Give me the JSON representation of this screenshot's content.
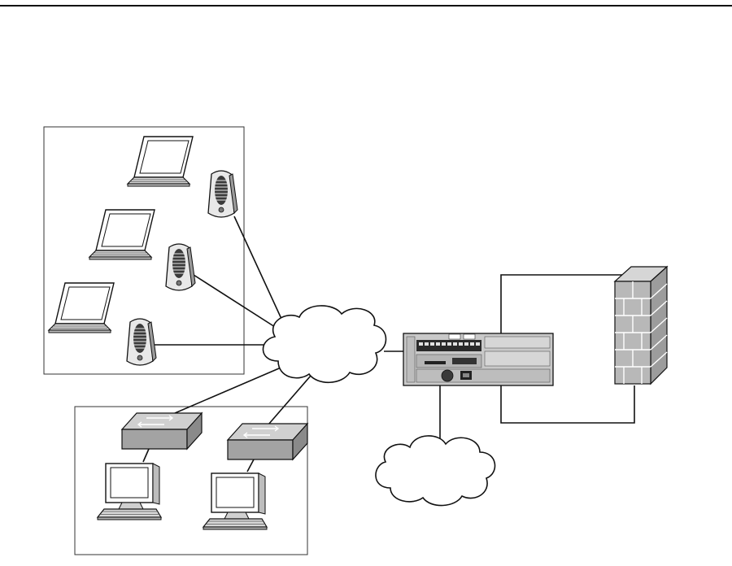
{
  "diagram": {
    "header_rule": true,
    "wireless_group": {
      "laptops": [
        "laptop-1",
        "laptop-2",
        "laptop-3"
      ],
      "access_points": [
        "access-point-1",
        "access-point-2",
        "access-point-3"
      ]
    },
    "wired_group": {
      "switches": [
        "switch-1",
        "switch-2"
      ],
      "desktops": [
        "desktop-1",
        "desktop-2"
      ]
    },
    "core": [
      "network-cloud",
      "controller",
      "internet-cloud",
      "firewall"
    ],
    "colors": {
      "line": "#111111",
      "device_fill": "#a6a6a6",
      "device_light": "#d4d4d4",
      "device_dark": "#7a7a7a",
      "firewall": "#b8b8b8"
    }
  }
}
